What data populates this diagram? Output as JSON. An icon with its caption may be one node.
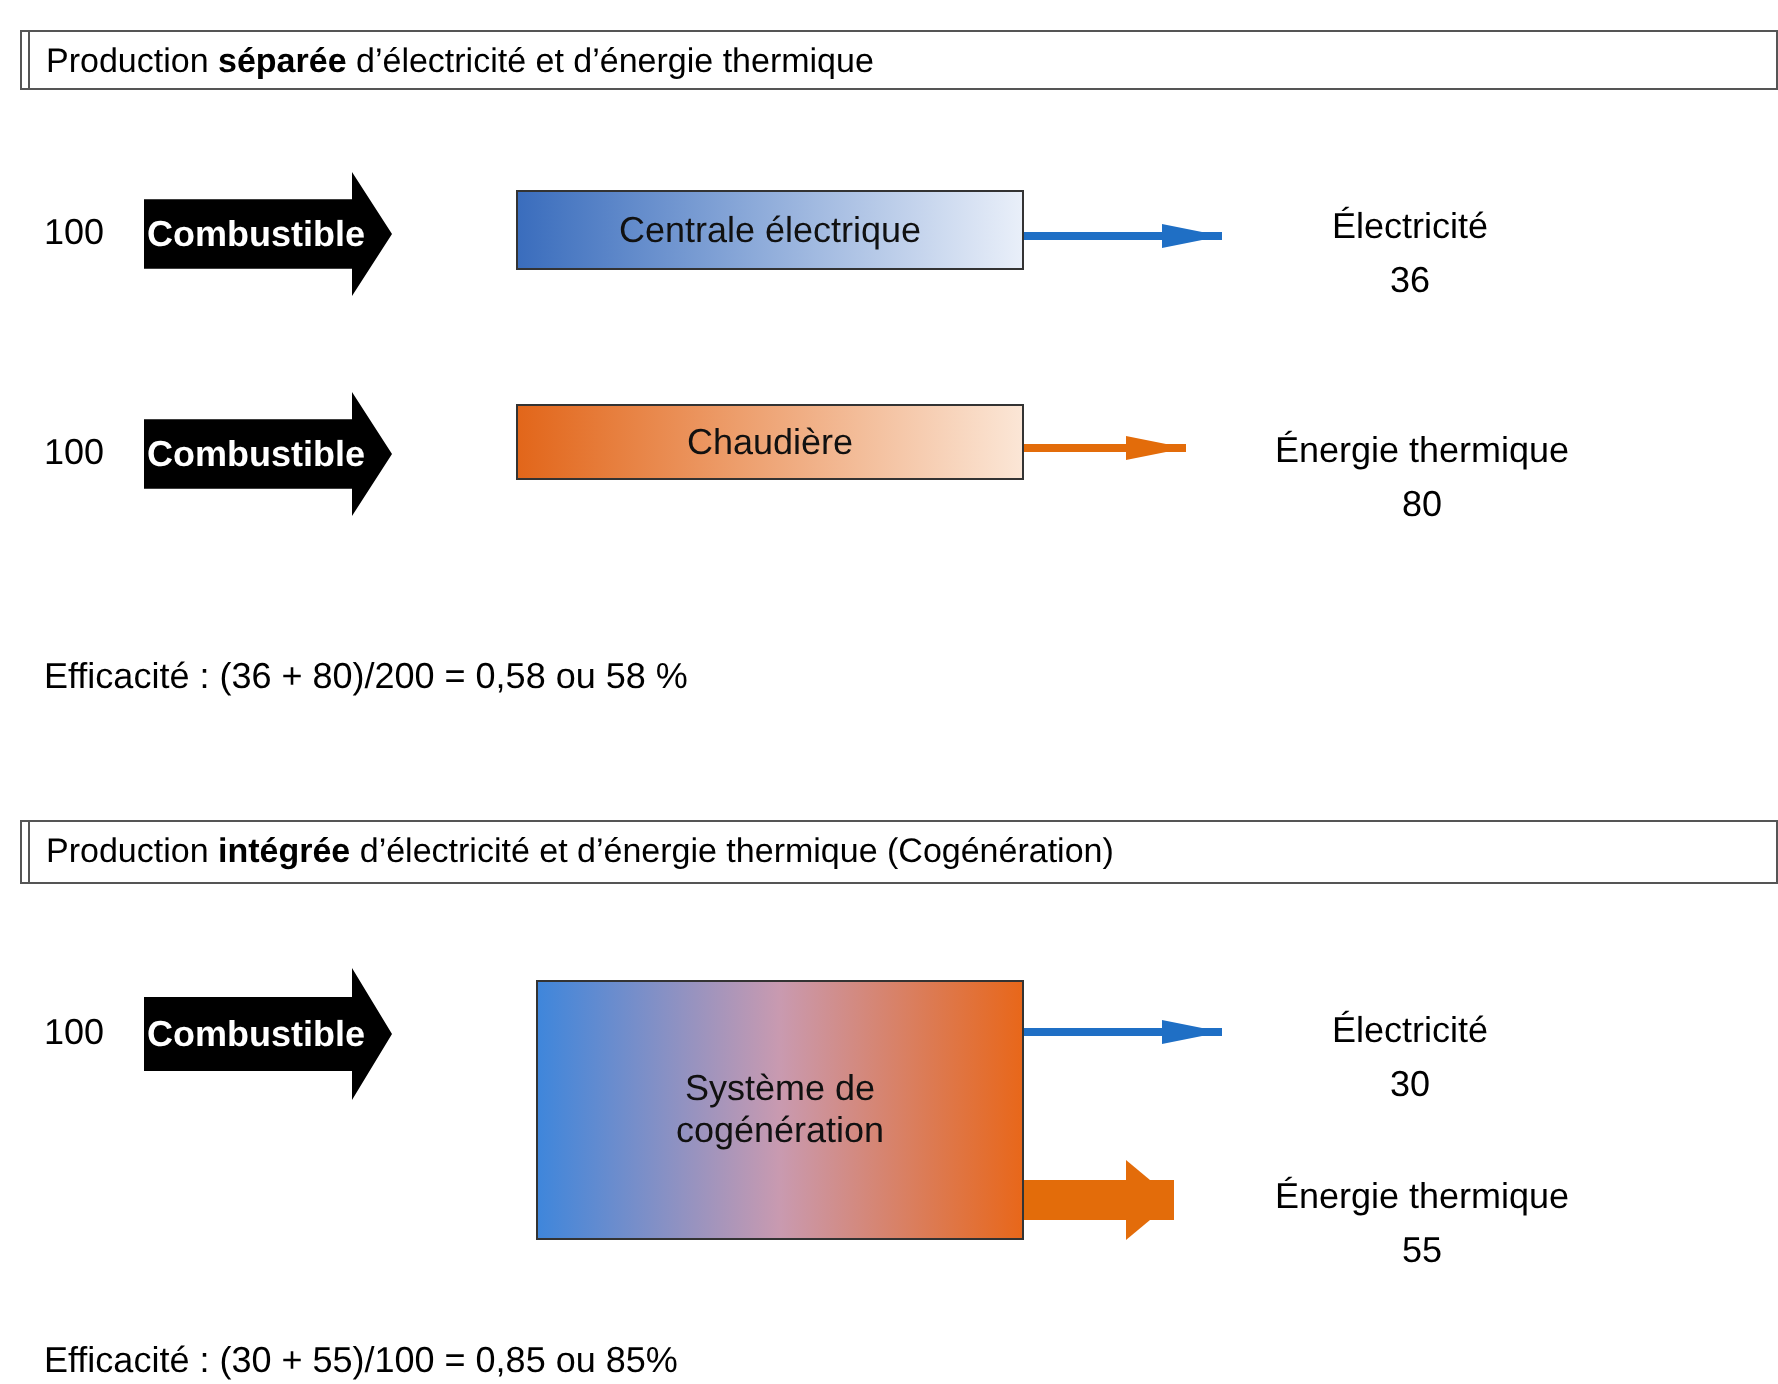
{
  "diagram": {
    "nodes": [
      {
        "text": [
          "Combustible"
        ],
        "beside": [
          "100"
        ]
      },
      {
        "text": [
          "Centrale électrique"
        ]
      },
      {
        "text": [
          "Électricité",
          "36"
        ]
      },
      {
        "text": [
          "Combustible"
        ],
        "beside": [
          "100"
        ]
      },
      {
        "text": [
          "Chaudière"
        ]
      },
      {
        "text": [
          "Énergie thermique",
          "80"
        ]
      },
      {
        "text": [
          "Combustible"
        ],
        "beside": [
          "100"
        ]
      },
      {
        "text": [
          "Système de cogénération"
        ]
      },
      {
        "text": [
          "Électricité",
          "30"
        ]
      },
      {
        "text": [
          "Énergie thermique",
          "55"
        ]
      }
    ],
    "edges": [
      {
        "from": 1,
        "to": 2,
        "arrow": "to",
        "color": "#1f6fc5"
      },
      {
        "from": 4,
        "to": 5,
        "arrow": "to",
        "color": "#e36c0a"
      },
      {
        "from": 7,
        "to": 8,
        "arrow": "to",
        "color": "#1f6fc5"
      },
      {
        "from": 7,
        "to": 9,
        "arrow": "to",
        "style": "thick",
        "color": "#e36c0a"
      }
    ],
    "labels": [
      "Production **séparée** d’électricité et d’énergie thermique",
      "Efficacité : (36 + 80)/200 = 0,58 ou 58 %",
      "Production **intégrée** d’électricité et d’énergie thermique (Cogénération)",
      "Efficacité : (30 + 55)/100 = 0,85 ou 85%"
    ]
  }
}
